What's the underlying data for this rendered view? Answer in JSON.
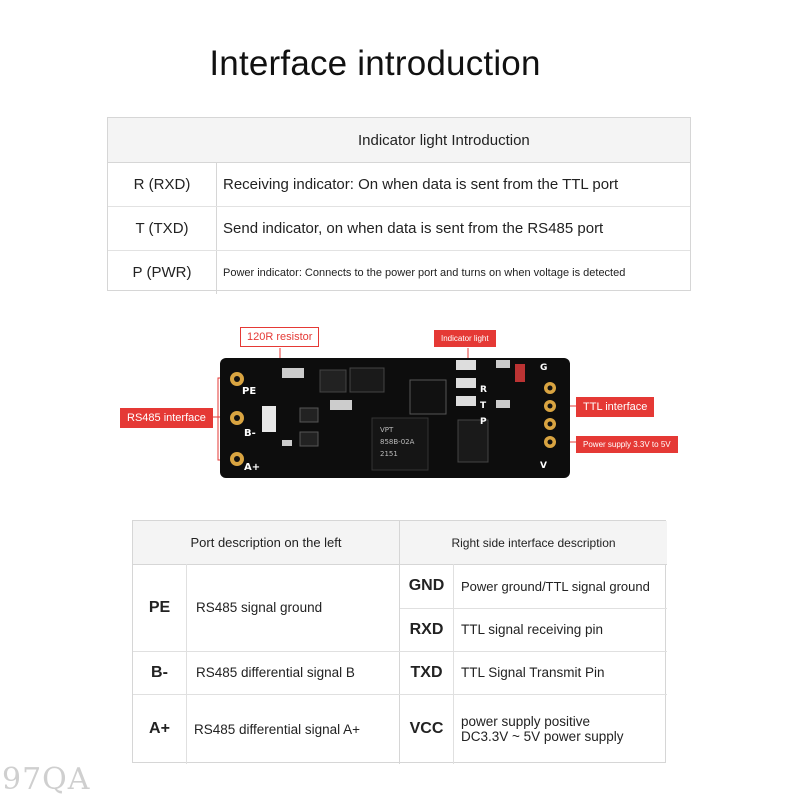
{
  "title": "Interface introduction",
  "indicator": {
    "header": "Indicator light Introduction",
    "rows": [
      {
        "key": "R (RXD)",
        "value": "Receiving indicator: On when data is sent from the TTL port"
      },
      {
        "key": "T (TXD)",
        "value": "Send indicator, on when data is sent from the RS485 port"
      },
      {
        "key": "P (PWR)",
        "value": "Power indicator: Connects to the power port and turns on when voltage is detected"
      }
    ]
  },
  "board": {
    "callouts": {
      "resistor": "120R resistor",
      "indicator_light": "Indicator light",
      "rs485": "RS485 interface",
      "ttl": "TTL interface",
      "power": "Power supply 3.3V to 5V"
    },
    "silk": {
      "pe": "PE",
      "bm": "B-",
      "ap": "A+",
      "r": "R",
      "t": "T",
      "p": "P",
      "g": "G",
      "v": "V",
      "chip1": "VPT",
      "chip2": "858B-02A",
      "chip3": "2151"
    }
  },
  "ports": {
    "left_header": "Port description on the left",
    "right_header": "Right side interface description",
    "left": [
      {
        "label": "PE",
        "desc": "RS485 signal ground"
      },
      {
        "label": "B-",
        "desc": "RS485 differential signal B"
      },
      {
        "label": "A+",
        "desc": "RS485 differential signal A+"
      }
    ],
    "right": [
      {
        "label": "GND",
        "desc": "Power ground/TTL signal ground"
      },
      {
        "label": "RXD",
        "desc": "TTL signal receiving pin"
      },
      {
        "label": "TXD",
        "desc": "TTL Signal Transmit Pin"
      },
      {
        "label": "VCC",
        "desc": "power supply positive",
        "desc2": "DC3.3V ~ 5V power supply"
      }
    ]
  },
  "watermark": "97QA",
  "colors": {
    "accent": "#e53935",
    "board": "#0d0d0d",
    "pad": "#d9a441"
  }
}
